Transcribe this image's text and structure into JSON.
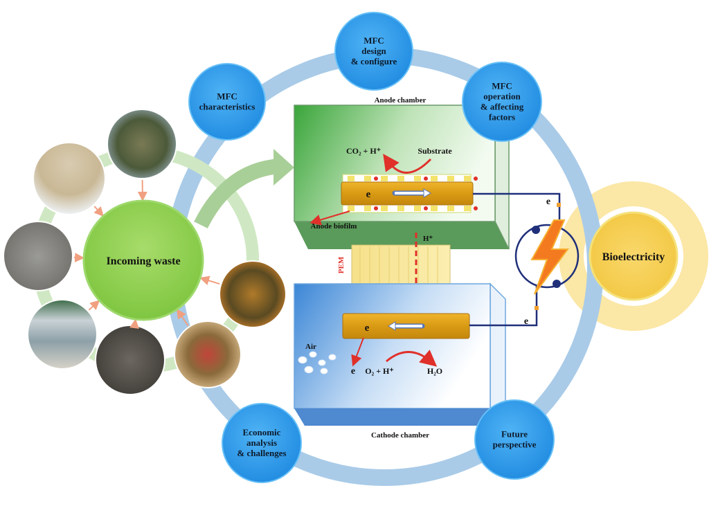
{
  "title": "Microbial fuel cell (MFC) treatment of incoming waste to bioelectricity",
  "center_waste": {
    "label": "Incoming waste"
  },
  "waste_images": [
    {
      "name": "wastewater-treatment-plant"
    },
    {
      "name": "sludge-foam"
    },
    {
      "name": "sewage-sludge"
    },
    {
      "name": "polluted-river"
    },
    {
      "name": "solid-waste-soil"
    },
    {
      "name": "food-waste"
    },
    {
      "name": "agricultural-waste"
    }
  ],
  "cycle_nodes": [
    {
      "id": "characteristics",
      "lines": [
        "MFC",
        "characteristics"
      ]
    },
    {
      "id": "design",
      "lines": [
        "MFC",
        "design",
        "& configure"
      ]
    },
    {
      "id": "operation",
      "lines": [
        "MFC",
        "operation",
        "& affecting",
        "factors"
      ]
    },
    {
      "id": "future",
      "lines": [
        "Future",
        "perspective"
      ]
    },
    {
      "id": "economic",
      "lines": [
        "Economic",
        "analysis",
        "& challenges"
      ]
    }
  ],
  "output": {
    "label": "Bioelectricity"
  },
  "mfc": {
    "anode_chamber": "Anode chamber",
    "cathode_chamber": "Cathode chamber",
    "anode_reaction_left": "CO₂ + H⁺",
    "anode_reaction_right": "Substrate",
    "anode_electron": "e",
    "biofilm": "Anode biofilm",
    "proton": "H⁺",
    "membrane": "PEM",
    "cathode_electron": "e",
    "cathode_e_out": "e",
    "air": "Air",
    "cathode_reaction_left": "O₂ + H⁺",
    "cathode_reaction_right": "H₂O",
    "wire_e_top": "e",
    "wire_e_bottom": "e"
  },
  "colors": {
    "cycle_ring": "#a9cbe8",
    "node_blue": "#2f9be8",
    "waste_green": "#8fd14f",
    "anode_green": "#3aa53a",
    "cathode_blue": "#3b86d6",
    "electrode_gold": "#d9a01c",
    "bioelectricity_yellow": "#f7d25a",
    "wire_navy": "#1f2f7a",
    "arrow_red": "#e0302a"
  }
}
